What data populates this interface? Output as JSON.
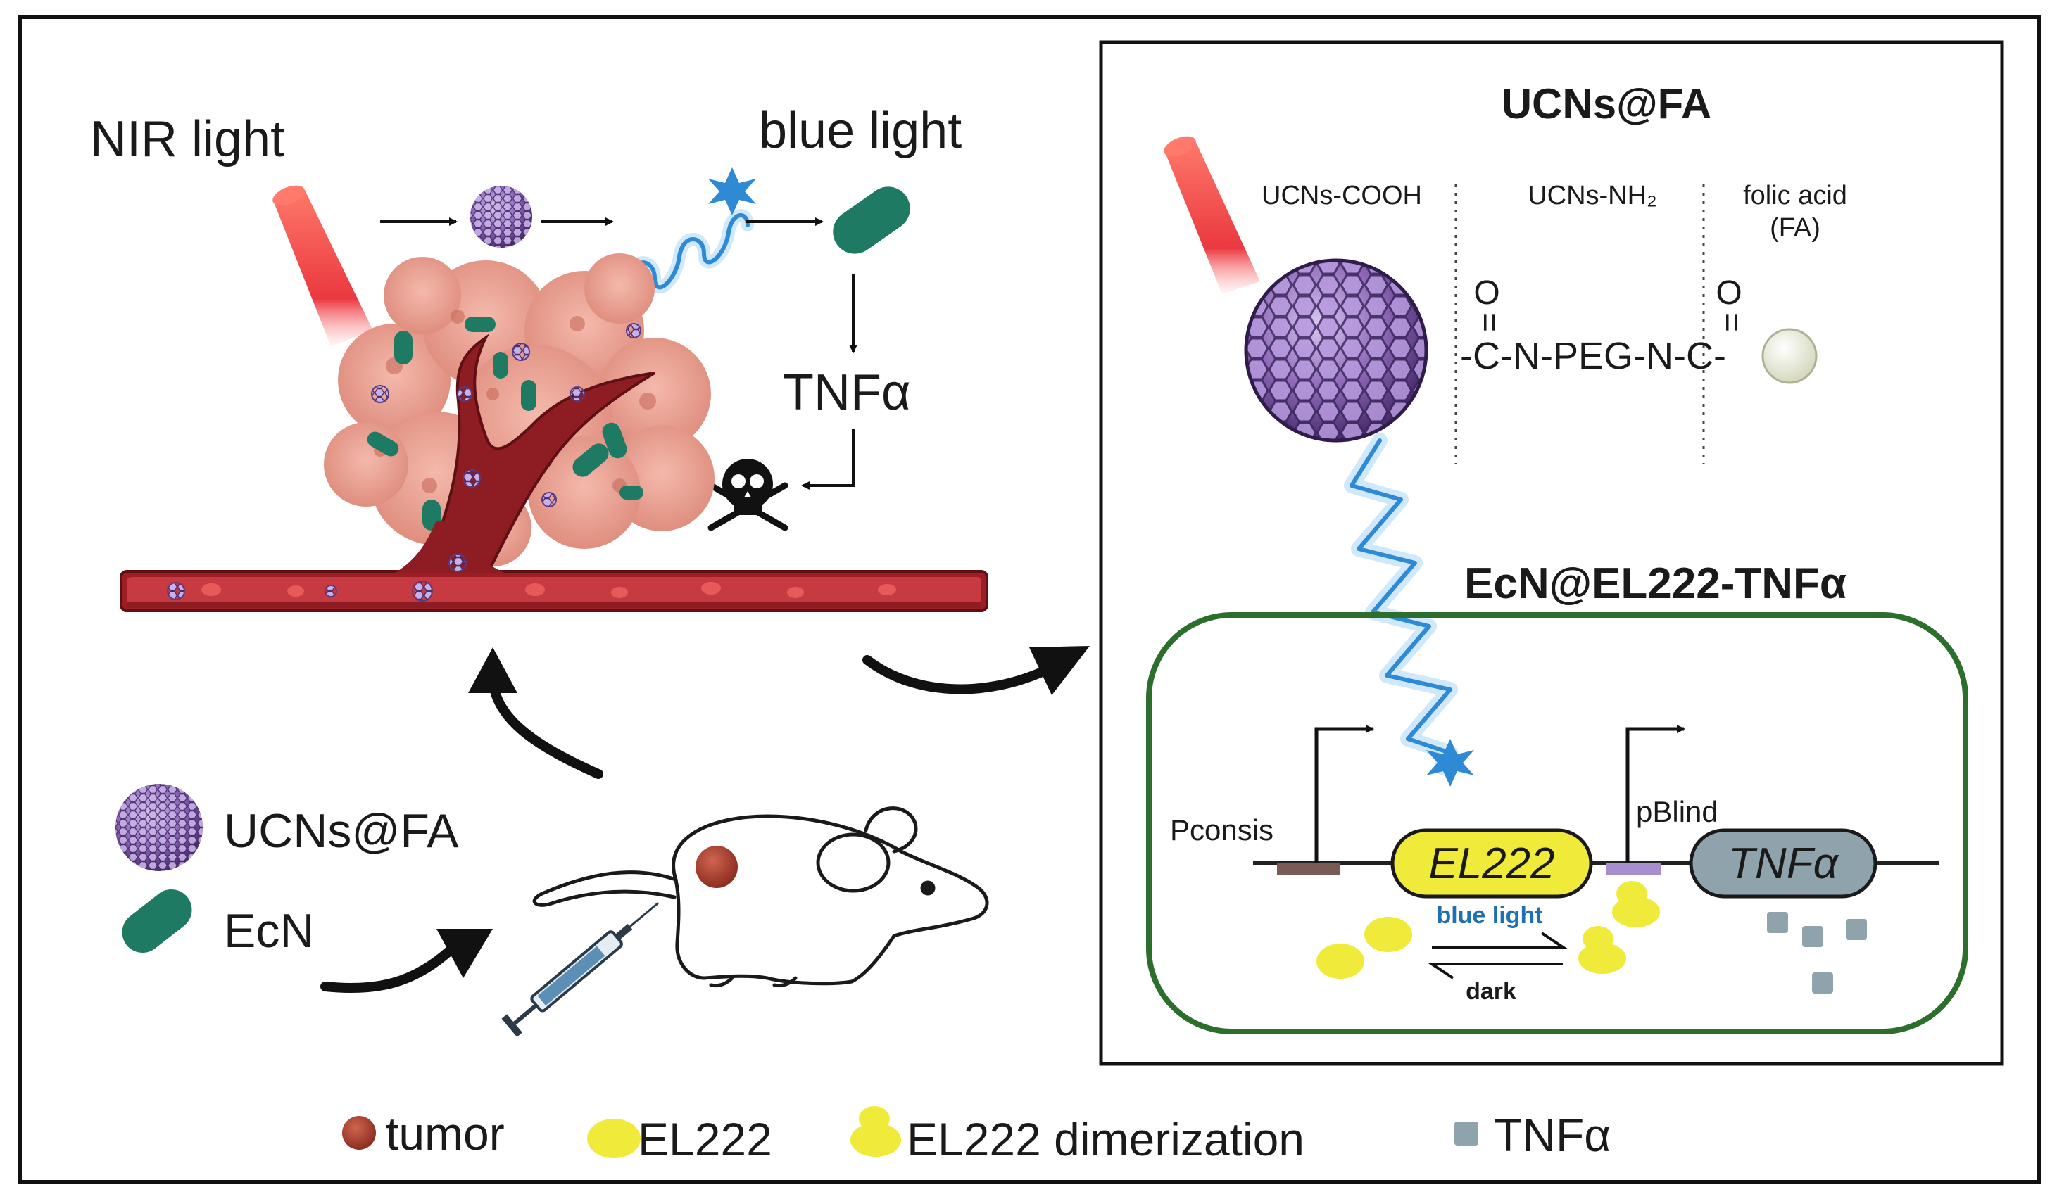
{
  "left": {
    "nir_label": "NIR light",
    "blue_label": "blue light",
    "tnf_label": "TNFα",
    "ucn_label": "UCNs@FA",
    "ecn_label": "EcN"
  },
  "right": {
    "title": "UCNs@FA",
    "col_cooh": "UCNs-COOH",
    "col_nh2": "UCNs-NH₂",
    "col_fa_1": "folic acid",
    "col_fa_2": "(FA)",
    "chem_o1": "O",
    "chem_o2": "O",
    "chem_eq1": "=",
    "chem_eq2": "=",
    "chem_chain": "-C-N-PEG-N-C-",
    "cell_title": "EcN@EL222-TNFα",
    "pconsis": "Pconsis",
    "pblind": "pBlind",
    "el222_gene": "EL222",
    "tnf_gene": "TNFα",
    "blue_small": "blue light",
    "dark_small": "dark"
  },
  "legend": {
    "tumor": "tumor",
    "el222": "EL222",
    "dimer": "EL222 dimerization",
    "tnf": "TNFα"
  },
  "colors": {
    "tumor": "#a33d2c",
    "ecn": "#1e7a63",
    "el222": "#f0ea3a",
    "tnf_protein": "#8fa3ad",
    "vessel": "#a3212b",
    "cell_border": "#2c6e2c",
    "blue_wave": "#2f8ad6",
    "nanoparticle": "#8e69b8"
  }
}
